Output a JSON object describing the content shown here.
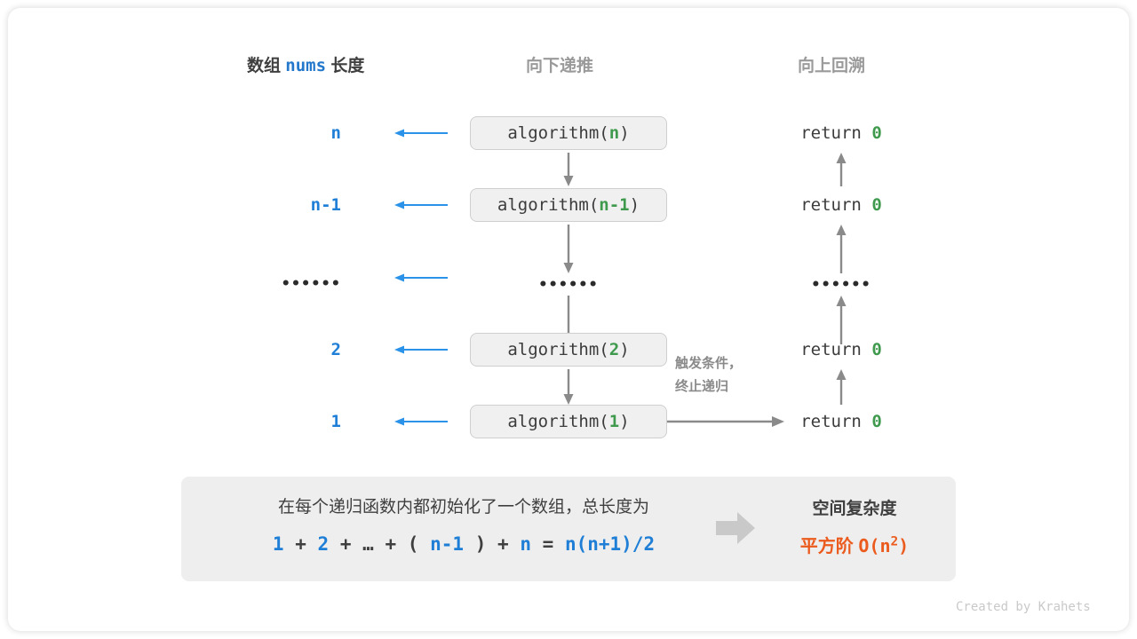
{
  "headers": {
    "left_prefix": "数组",
    "left_code": "nums",
    "left_suffix": "长度",
    "middle": "向下递推",
    "right": "向上回溯"
  },
  "rows": [
    {
      "length": "n",
      "call_prefix": "algorithm(",
      "call_arg": "n",
      "call_suffix": ")",
      "ret_text": "return",
      "ret_value": "0"
    },
    {
      "length": "n-1",
      "call_prefix": "algorithm(",
      "call_arg": "n-1",
      "call_suffix": ")",
      "ret_text": "return",
      "ret_value": "0"
    },
    {
      "length": "••••••",
      "call_prefix": "",
      "call_arg": "",
      "call_suffix": "",
      "ret_text": "",
      "ret_value": ""
    },
    {
      "length": "2",
      "call_prefix": "algorithm(",
      "call_arg": "2",
      "call_suffix": ")",
      "ret_text": "return",
      "ret_value": "0"
    },
    {
      "length": "1",
      "call_prefix": "algorithm(",
      "call_arg": "1",
      "call_suffix": ")",
      "ret_text": "return",
      "ret_value": "0"
    }
  ],
  "middle_dots": "••••••",
  "right_dots": "••••••",
  "trigger_note": {
    "line1": "触发条件，",
    "line2": "终止递归"
  },
  "summary": {
    "description": "在每个递归函数内都初始化了一个数组，总长度为",
    "formula_parts": [
      {
        "text": "1",
        "style": "b"
      },
      {
        "text": "+",
        "style": "op"
      },
      {
        "text": "2",
        "style": "b"
      },
      {
        "text": "+",
        "style": "op"
      },
      {
        "text": "…",
        "style": "op"
      },
      {
        "text": "+",
        "style": "op"
      },
      {
        "text": "(",
        "style": "op"
      },
      {
        "text": "n-1",
        "style": "b"
      },
      {
        "text": ")",
        "style": "op"
      },
      {
        "text": "+",
        "style": "op"
      },
      {
        "text": "n",
        "style": "b"
      },
      {
        "text": "=",
        "style": "op"
      },
      {
        "text": "n(n+1)/2",
        "style": "b"
      }
    ],
    "complexity_title": "空间复杂度",
    "complexity_order": "平方阶",
    "complexity_big_o_base": "O(n",
    "complexity_big_o_exp": "2",
    "complexity_big_o_close": ")"
  },
  "credit": "Created by Krahets",
  "colors": {
    "blue": "#1f7fd6",
    "green": "#3f9a4e",
    "orange": "#ec5b1e",
    "gray_arrow": "#8a8a8a",
    "box_fill": "#f0f0f0",
    "summary_fill": "#eeeeee"
  }
}
